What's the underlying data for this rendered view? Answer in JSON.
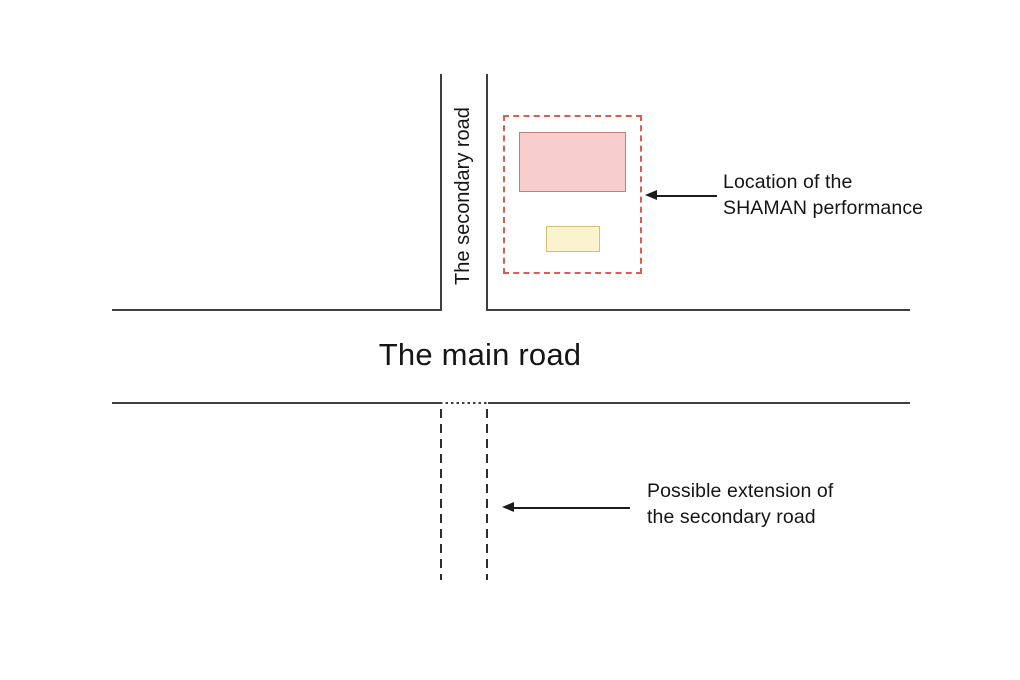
{
  "diagram": {
    "title": "The main road",
    "secondary_road_label": "The secondary road",
    "shaman_label": {
      "line1": "Location of the",
      "line2": "SHAMAN performance"
    },
    "extension_label": {
      "line1": "Possible extension of",
      "line2": "the secondary road"
    },
    "colors": {
      "background": "#ffffff",
      "road_line": "#3f3f3f",
      "extension_dashed_line": "#2e2e2e",
      "performance_outline": "#db5e50",
      "stage_fill": "#f8cecc",
      "stage_stroke": "#c0807d",
      "prop_fill": "#fbf2cf",
      "prop_stroke": "#d9bd6e",
      "arrow": "#1c1c1c",
      "text": "#151515"
    }
  }
}
